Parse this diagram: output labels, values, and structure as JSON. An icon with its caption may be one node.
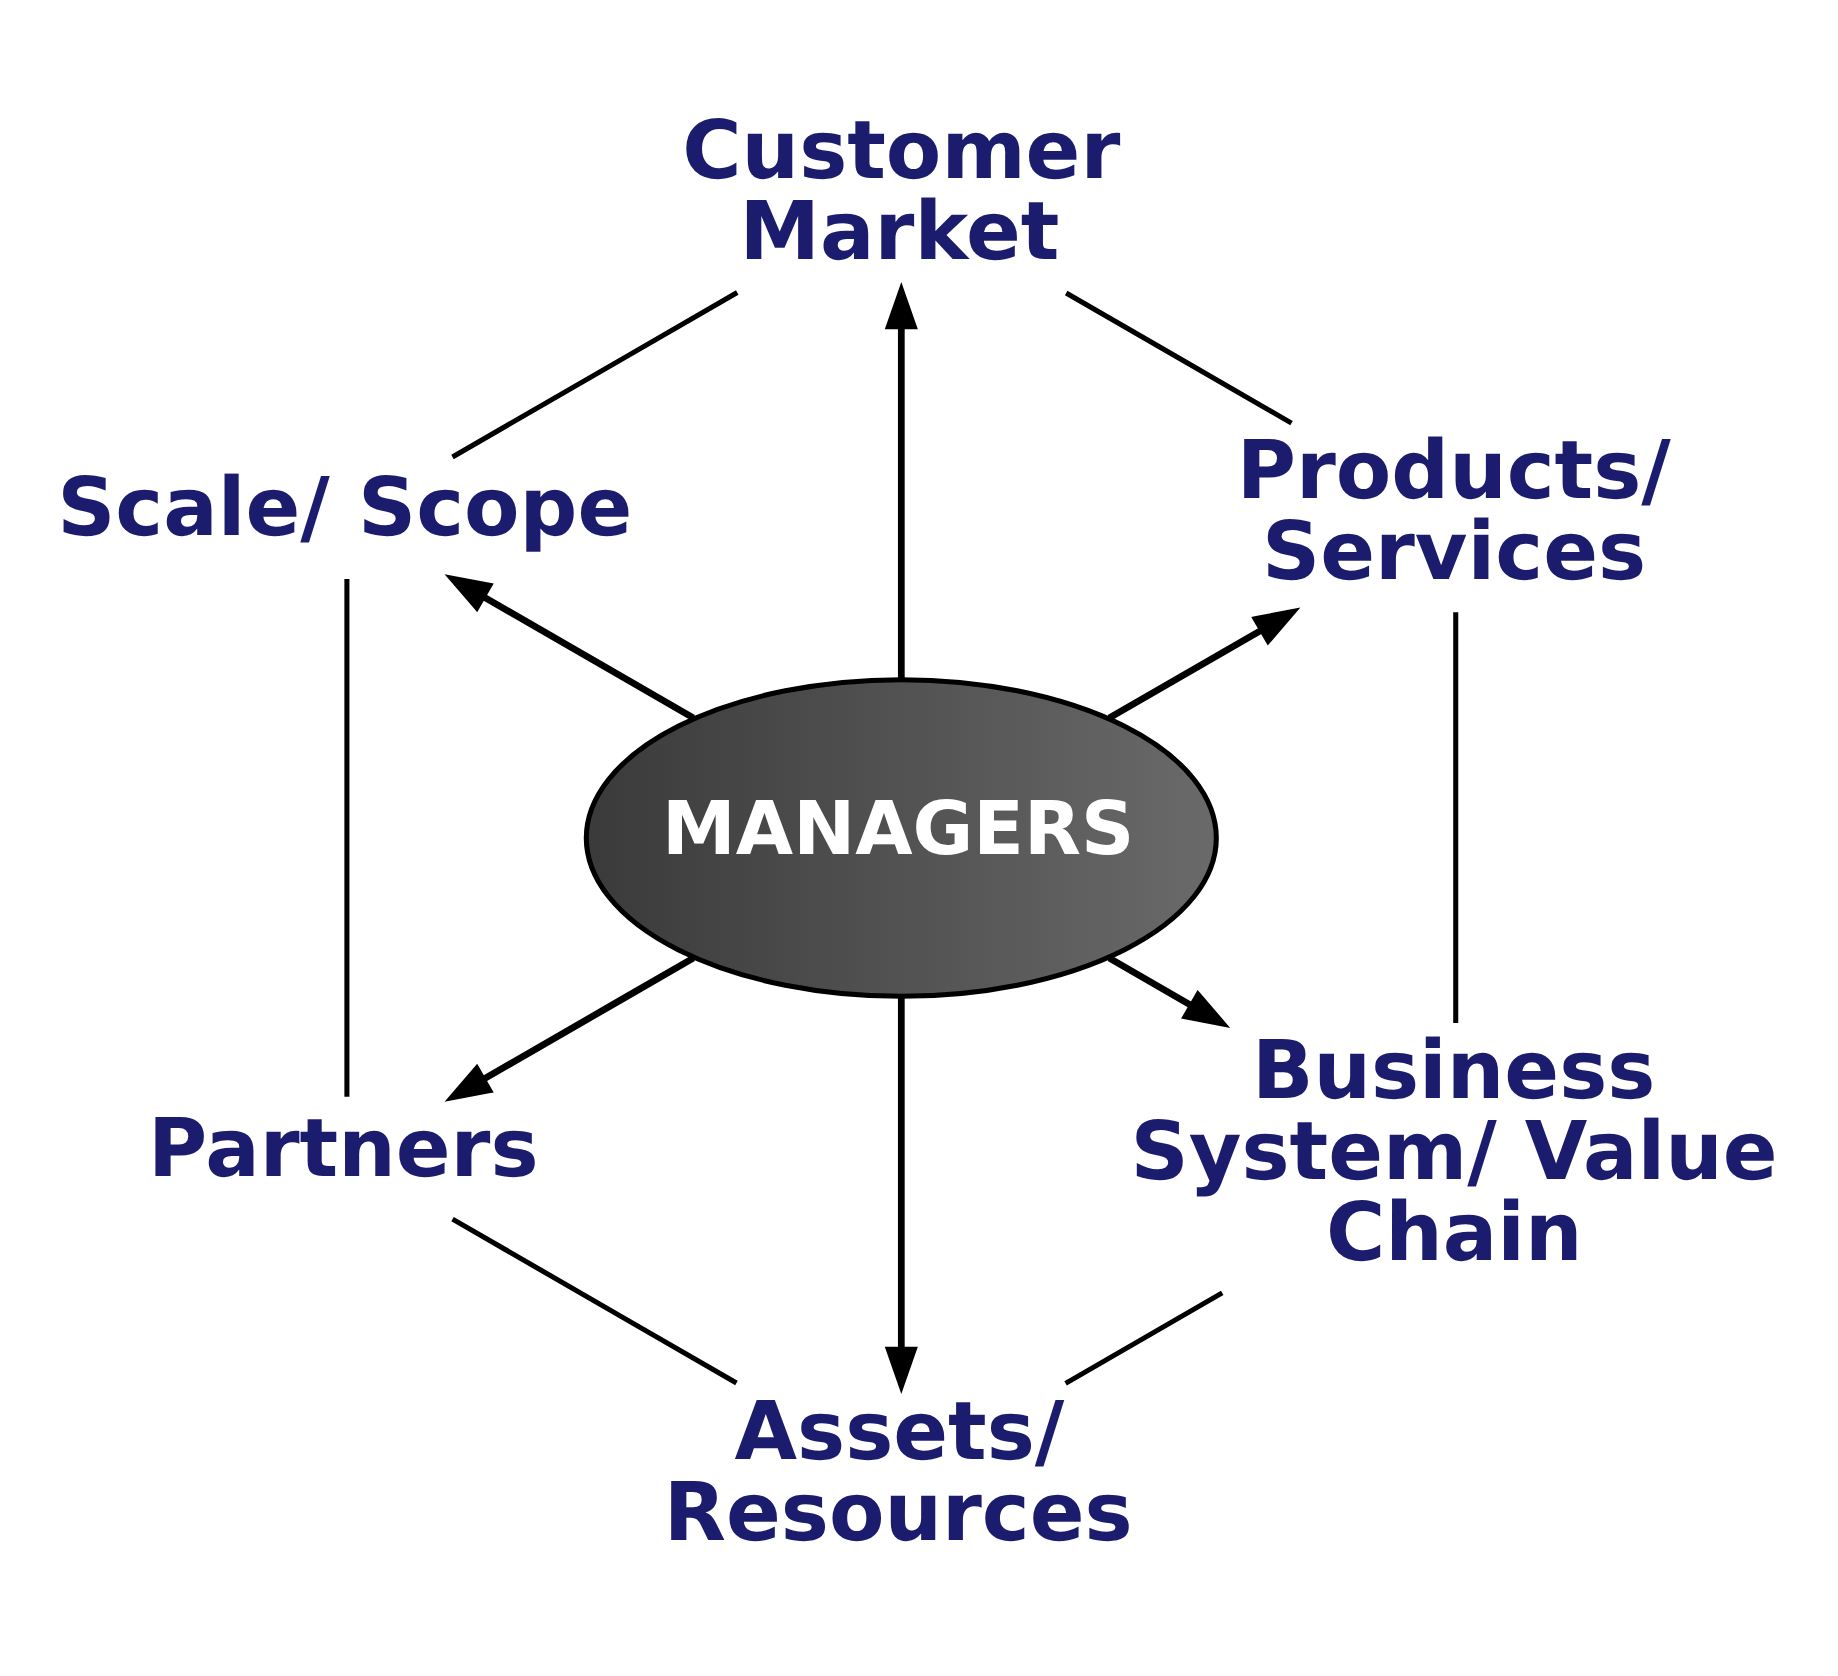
{
  "diagram": {
    "nodes": [
      {
        "text": [
          "Customer Market"
        ]
      },
      {
        "text": [
          "Scale/ Scope"
        ]
      },
      {
        "text": [
          "Products/ Services"
        ]
      },
      {
        "text": [
          "MANAGERS"
        ]
      },
      {
        "text": [
          "Partners"
        ]
      },
      {
        "text": [
          "Business System/ Value Chain"
        ]
      },
      {
        "text": [
          "Assets/ Resources"
        ]
      }
    ],
    "edges": [
      {
        "from": 3,
        "to": 0,
        "arrow": "to"
      },
      {
        "from": 3,
        "to": 2,
        "arrow": "to"
      },
      {
        "from": 3,
        "to": 5,
        "arrow": "to"
      },
      {
        "from": 3,
        "to": 6,
        "arrow": "to"
      },
      {
        "from": 3,
        "to": 4,
        "arrow": "to"
      },
      {
        "from": 3,
        "to": 1,
        "arrow": "to"
      },
      {
        "from": 0,
        "to": 2,
        "arrow": "none"
      },
      {
        "from": 2,
        "to": 5,
        "arrow": "none"
      },
      {
        "from": 5,
        "to": 6,
        "arrow": "none"
      },
      {
        "from": 6,
        "to": 4,
        "arrow": "none"
      },
      {
        "from": 4,
        "to": 1,
        "arrow": "none"
      },
      {
        "from": 1,
        "to": 0,
        "arrow": "none"
      }
    ]
  }
}
